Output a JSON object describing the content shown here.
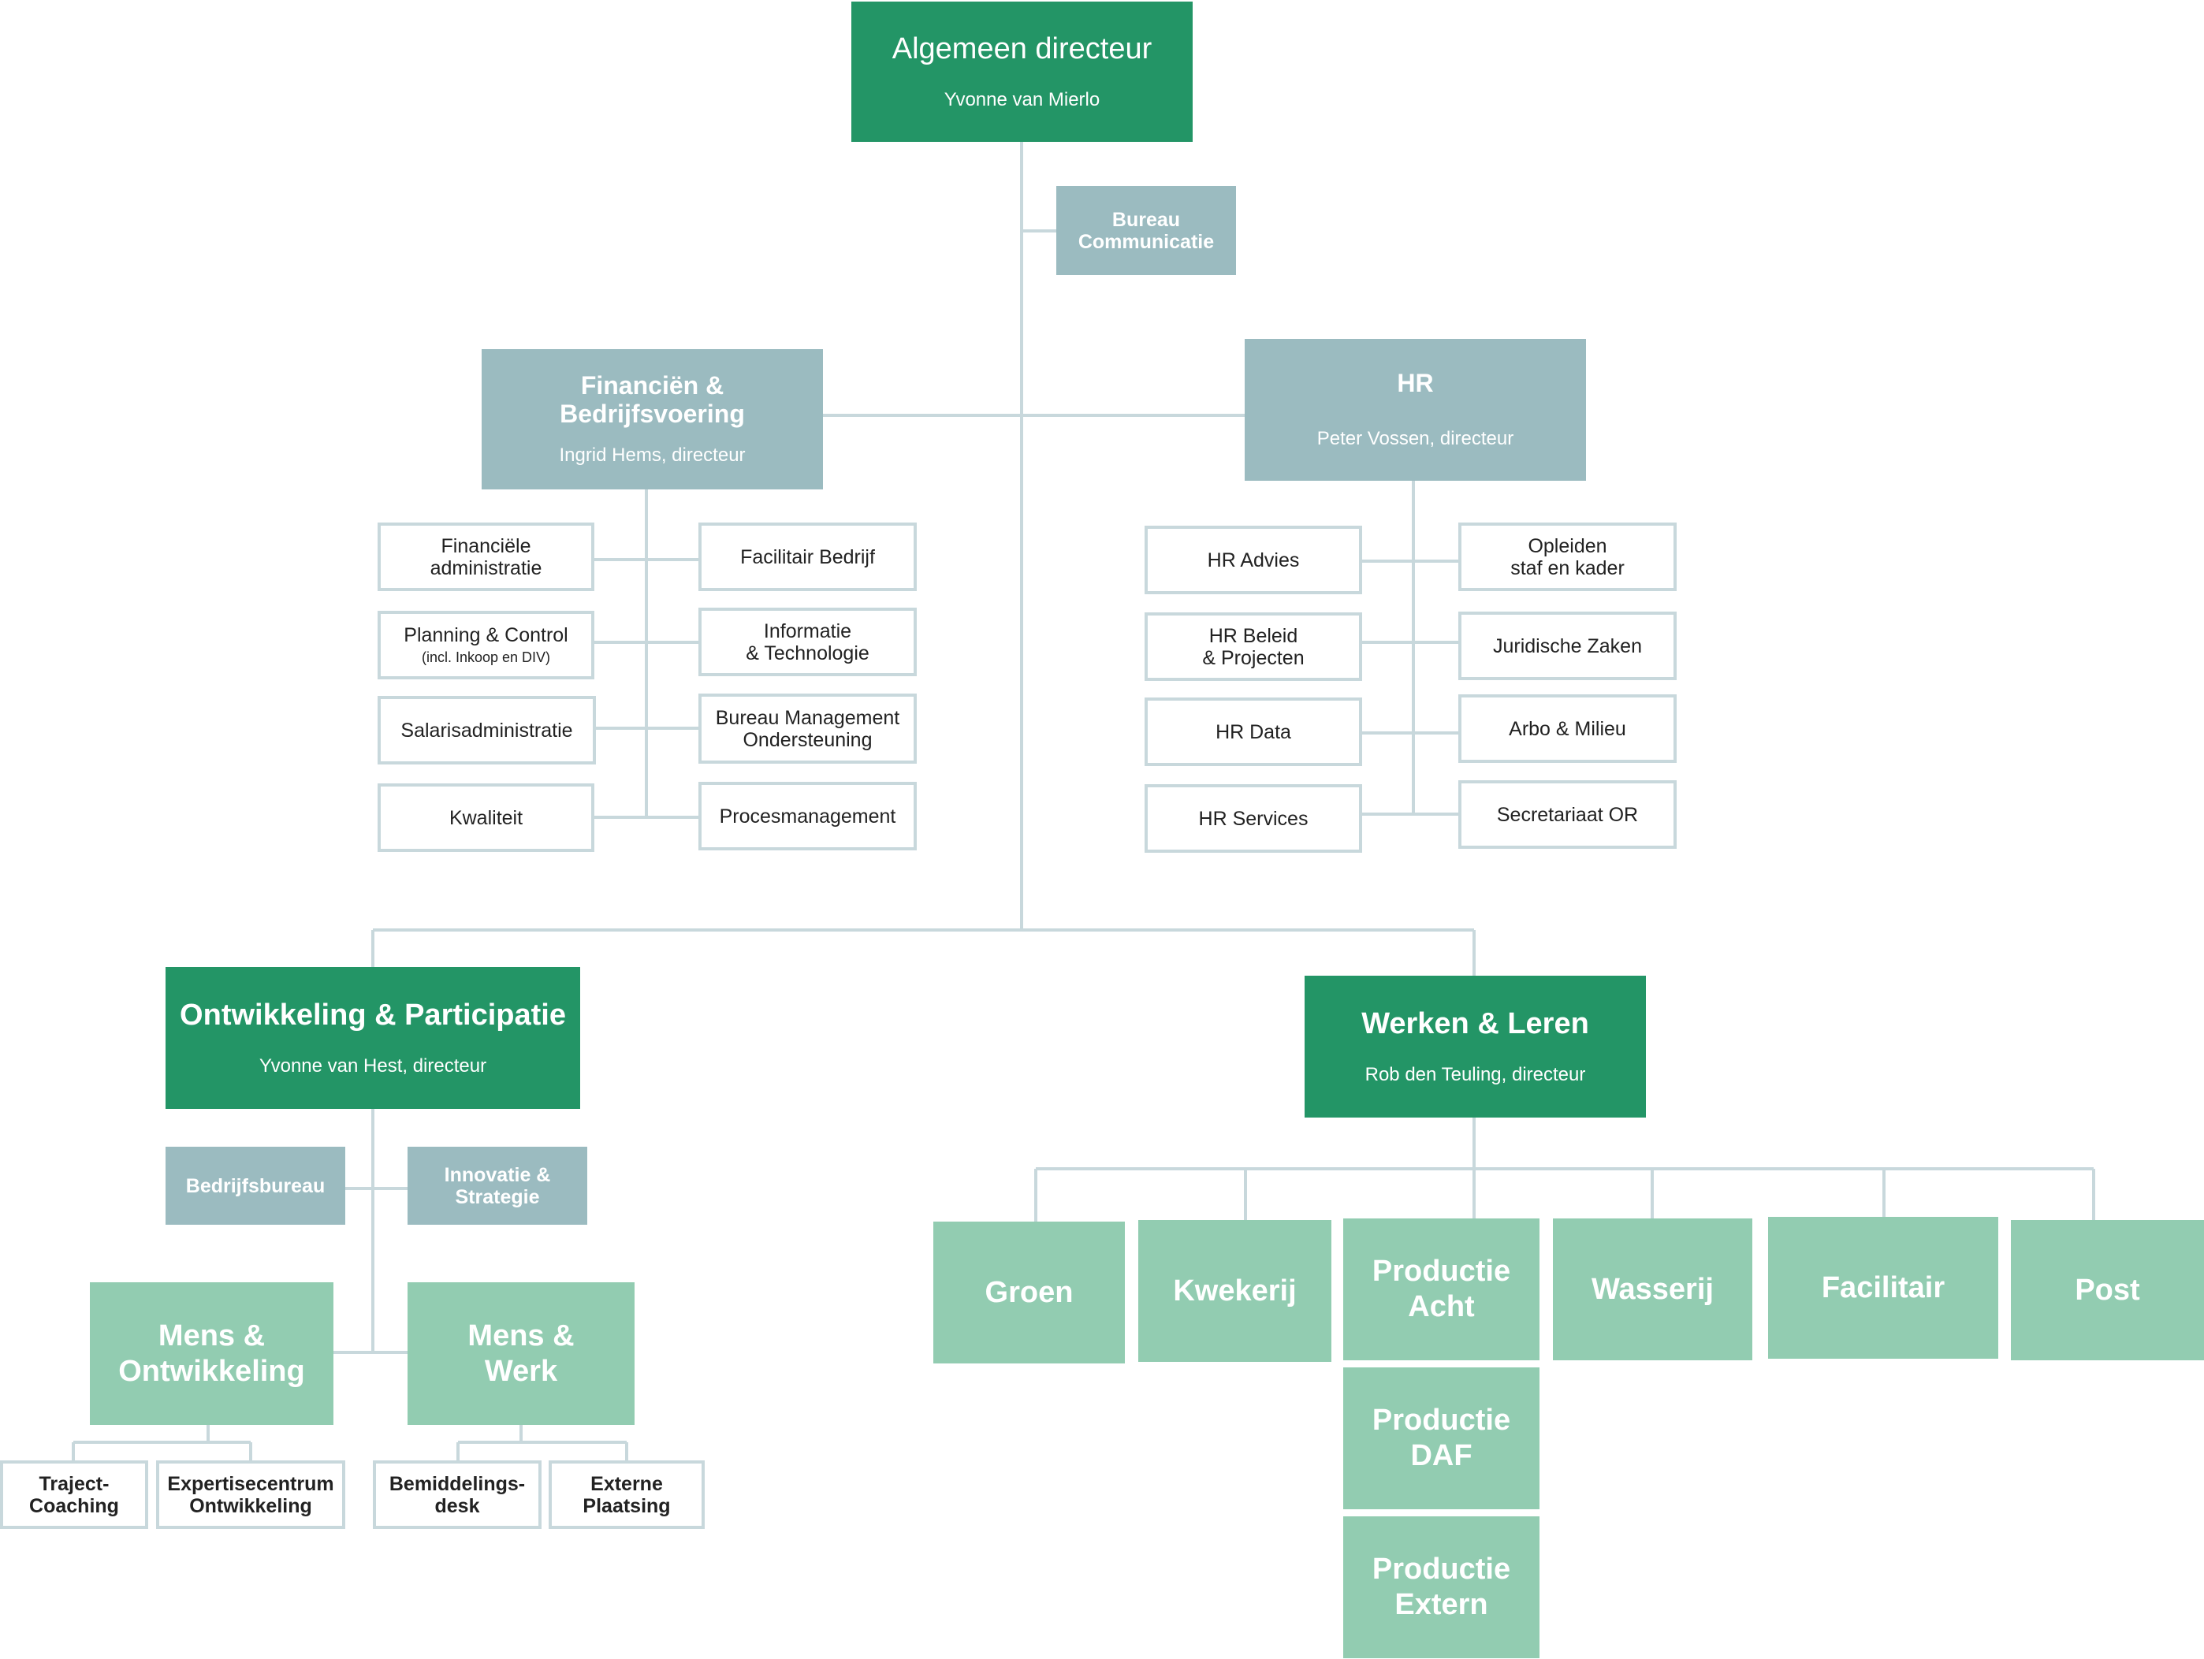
{
  "colors": {
    "dark_green": "#239566",
    "grey_blue": "#9bbbc0",
    "light_green": "#92ccb1",
    "line": "#c8d8dc"
  },
  "top": {
    "title": "Algemeen directeur",
    "name": "Yvonne van Mierlo"
  },
  "bureau_communicatie": "Bureau\nCommunicatie",
  "financien": {
    "title": "Financiën &\nBedrijfsvoering",
    "name": "Ingrid Hems, directeur",
    "left": [
      "Financiële\nadministratie",
      "Planning & Control",
      "Salarisadministratie",
      "Kwaliteit"
    ],
    "left_note": "(incl. Inkoop en DIV)",
    "right": [
      "Facilitair Bedrijf",
      "Informatie\n& Technologie",
      "Bureau Management\nOndersteuning",
      "Procesmanagement"
    ]
  },
  "hr": {
    "title": "HR",
    "name": "Peter Vossen, directeur",
    "left": [
      "HR Advies",
      "HR Beleid\n& Projecten",
      "HR Data",
      "HR Services"
    ],
    "right": [
      "Opleiden\nstaf en kader",
      "Juridische Zaken",
      "Arbo & Milieu",
      "Secretariaat OR"
    ]
  },
  "op": {
    "title": "Ontwikkeling & Participatie",
    "name": "Yvonne van Hest, directeur",
    "staff": [
      "Bedrijfsbureau",
      "Innovatie &\nStrategie"
    ],
    "units": [
      "Mens &\nOntwikkeling",
      "Mens &\nWerk"
    ],
    "sub_left": [
      "Traject-\nCoaching",
      "Expertisecentrum\nOntwikkeling"
    ],
    "sub_right": [
      "Bemiddelings-\ndesk",
      "Externe\nPlaatsing"
    ]
  },
  "wl": {
    "title": "Werken & Leren",
    "name": "Rob den Teuling, directeur",
    "units": [
      "Groen",
      "Kwekerij",
      "Productie\nAcht",
      "Wasserij",
      "Facilitair",
      "Post"
    ],
    "productie_sub": [
      "Productie\nDAF",
      "Productie\nExtern"
    ]
  }
}
